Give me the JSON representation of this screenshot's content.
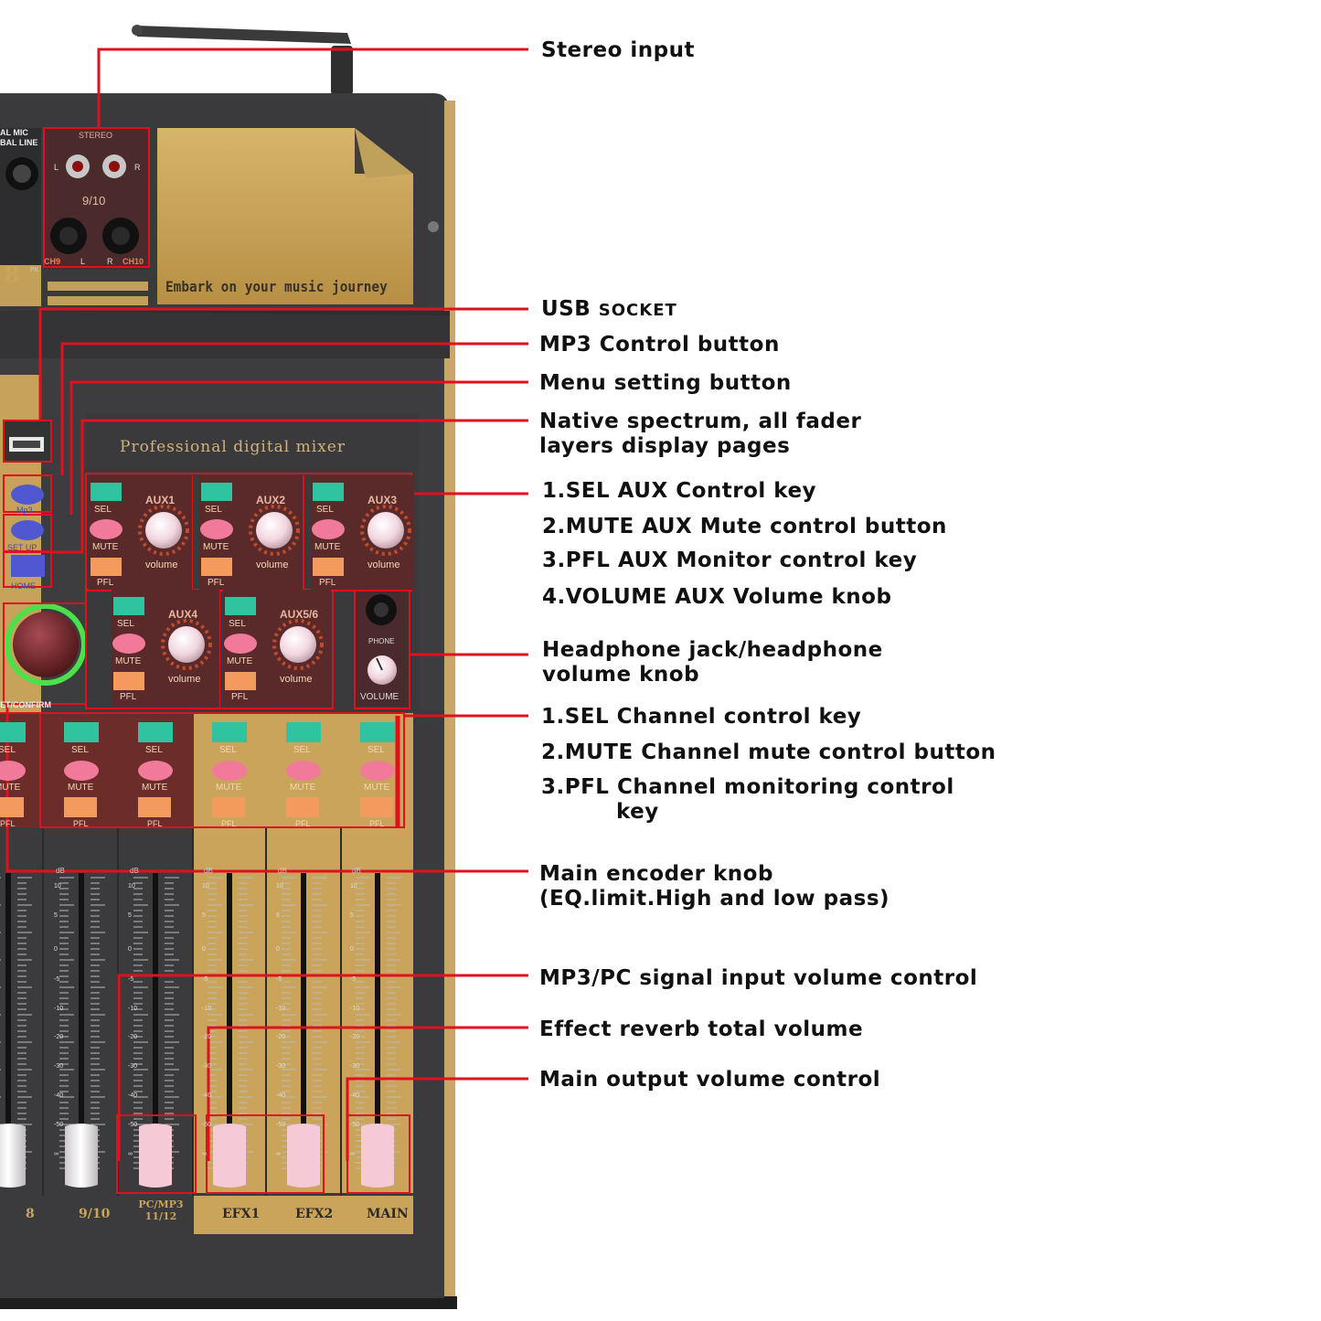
{
  "device": {
    "stereo_label": "STEREO",
    "jack_pair_label": "9/10",
    "left": "L",
    "right": "R",
    "ch9": "CH9",
    "ch10": "CH10",
    "mic_label_1": "AL MIC",
    "mic_label_2": "BAL LINE",
    "pk_label": "PK",
    "model_digit": "8",
    "slogan": "Embark on your music journey",
    "panel_title": "Professional digital mixer",
    "left_buttons": [
      "Mp3",
      "SET UP",
      "HOME"
    ],
    "encoder_label": "ET/CONFIRM",
    "aux_strips": [
      {
        "name": "AUX1",
        "sel": "SEL",
        "mute": "MUTE",
        "pfl": "PFL",
        "knob": "volume"
      },
      {
        "name": "AUX2",
        "sel": "SEL",
        "mute": "MUTE",
        "pfl": "PFL",
        "knob": "volume"
      },
      {
        "name": "AUX3",
        "sel": "SEL",
        "mute": "MUTE",
        "pfl": "PFL",
        "knob": "volume"
      },
      {
        "name": "AUX4",
        "sel": "SEL",
        "mute": "MUTE",
        "pfl": "PFL",
        "knob": "volume"
      },
      {
        "name": "AUX5/6",
        "sel": "SEL",
        "mute": "MUTE",
        "pfl": "PFL",
        "knob": "volume"
      }
    ],
    "phone_label": "PHONE",
    "volume_label": "VOLUME",
    "channel_keys": {
      "sel": "SEL",
      "mute": "MUTE",
      "pfl": "PFL"
    },
    "scale_db": "dB",
    "scale_marks": [
      "10",
      "5",
      "0",
      "-5",
      "-10",
      "-20",
      "-30",
      "-40",
      "-50",
      "∞"
    ],
    "channel_names": [
      "8",
      "9/10",
      "PC/MP3 11/12",
      "EFX1",
      "EFX2",
      "MAIN"
    ]
  },
  "callouts": [
    {
      "id": "stereo-input",
      "lines": [
        "Stereo input"
      ]
    },
    {
      "id": "usb-socket",
      "lines": [
        "USB "
      ],
      "small_caps": "SOCKET"
    },
    {
      "id": "mp3-control",
      "lines": [
        "MP3 Control button"
      ]
    },
    {
      "id": "menu-setting",
      "lines": [
        "Menu setting button"
      ]
    },
    {
      "id": "native-spectrum",
      "lines": [
        "Native spectrum, all fader",
        "layers display pages"
      ]
    },
    {
      "id": "aux-sel",
      "lines": [
        "1.SEL AUX Control key"
      ]
    },
    {
      "id": "aux-mute",
      "lines": [
        "2.MUTE AUX Mute control button"
      ]
    },
    {
      "id": "aux-pfl",
      "lines": [
        "3.PFL AUX Monitor control key"
      ]
    },
    {
      "id": "aux-volume",
      "lines": [
        "4.VOLUME AUX Volume knob"
      ]
    },
    {
      "id": "headphone",
      "lines": [
        "Headphone jack/headphone",
        "volume knob"
      ]
    },
    {
      "id": "ch-sel",
      "lines": [
        "1.SEL Channel control key"
      ]
    },
    {
      "id": "ch-mute",
      "lines": [
        "2.MUTE Channel mute control button"
      ]
    },
    {
      "id": "ch-pfl",
      "lines": [
        "3.PFL Channel monitoring control",
        "key"
      ]
    },
    {
      "id": "encoder",
      "lines": [
        "Main encoder knob",
        "(EQ.limit.High and low pass)"
      ]
    },
    {
      "id": "mp3-pc-volume",
      "lines": [
        "MP3/PC signal input volume control"
      ]
    },
    {
      "id": "effect-reverb",
      "lines": [
        "Effect reverb total volume"
      ]
    },
    {
      "id": "main-output",
      "lines": [
        "Main output volume control"
      ]
    }
  ],
  "colors": {
    "annotation_red": "#e0101e",
    "gold_panel": "#c9a45a",
    "dark_panel": "#3c3c3e",
    "sel_key": "#2fc3a0",
    "mute_key": "#f17a9a",
    "pfl_key": "#f39a5e"
  }
}
